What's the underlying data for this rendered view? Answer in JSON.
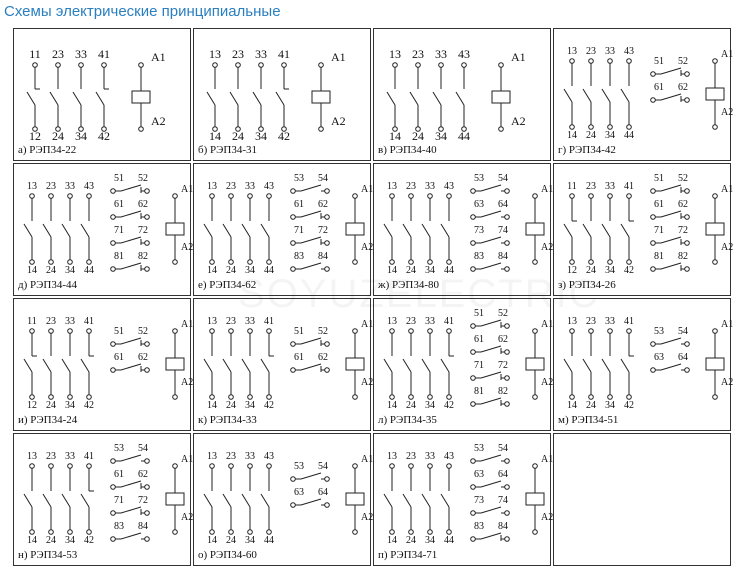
{
  "title": "Схемы электрические принципиальные",
  "watermark": "SOYUZELECTRIC",
  "colors": {
    "title": "#2a7fc0",
    "line": "#222222",
    "border": "#333333"
  },
  "coil": {
    "top": "A1",
    "bottom": "A2"
  },
  "cells": [
    {
      "caption": "а) РЭП34-22",
      "main": [
        [
          "11",
          "12",
          "nc"
        ],
        [
          "23",
          "24",
          "no"
        ],
        [
          "33",
          "34",
          "no"
        ],
        [
          "41",
          "42",
          "nc"
        ]
      ],
      "aux": []
    },
    {
      "caption": "б) РЭП34-31",
      "main": [
        [
          "13",
          "14",
          "no"
        ],
        [
          "23",
          "24",
          "no"
        ],
        [
          "33",
          "34",
          "no"
        ],
        [
          "41",
          "42",
          "nc"
        ]
      ],
      "aux": []
    },
    {
      "caption": "в) РЭП34-40",
      "main": [
        [
          "13",
          "14",
          "no"
        ],
        [
          "23",
          "24",
          "no"
        ],
        [
          "33",
          "34",
          "no"
        ],
        [
          "43",
          "44",
          "no"
        ]
      ],
      "aux": []
    },
    {
      "caption": "г) РЭП34-42",
      "main": [
        [
          "13",
          "14",
          "no"
        ],
        [
          "23",
          "24",
          "no"
        ],
        [
          "33",
          "34",
          "no"
        ],
        [
          "43",
          "44",
          "no"
        ]
      ],
      "aux": [
        [
          "51",
          "52",
          "nc"
        ],
        [
          "61",
          "62",
          "nc"
        ]
      ]
    },
    {
      "caption": "д) РЭП34-44",
      "main": [
        [
          "13",
          "14",
          "no"
        ],
        [
          "23",
          "24",
          "no"
        ],
        [
          "33",
          "34",
          "no"
        ],
        [
          "43",
          "44",
          "no"
        ]
      ],
      "aux": [
        [
          "51",
          "52",
          "nc"
        ],
        [
          "61",
          "62",
          "nc"
        ],
        [
          "71",
          "72",
          "nc"
        ],
        [
          "81",
          "82",
          "nc"
        ]
      ]
    },
    {
      "caption": "е) РЭП34-62",
      "main": [
        [
          "13",
          "14",
          "no"
        ],
        [
          "23",
          "24",
          "no"
        ],
        [
          "33",
          "34",
          "no"
        ],
        [
          "43",
          "44",
          "no"
        ]
      ],
      "aux": [
        [
          "53",
          "54",
          "no"
        ],
        [
          "61",
          "62",
          "nc"
        ],
        [
          "71",
          "72",
          "nc"
        ],
        [
          "83",
          "84",
          "no"
        ]
      ]
    },
    {
      "caption": "ж) РЭП34-80",
      "main": [
        [
          "13",
          "14",
          "no"
        ],
        [
          "23",
          "24",
          "no"
        ],
        [
          "33",
          "34",
          "no"
        ],
        [
          "43",
          "44",
          "no"
        ]
      ],
      "aux": [
        [
          "53",
          "54",
          "no"
        ],
        [
          "63",
          "64",
          "no"
        ],
        [
          "73",
          "74",
          "no"
        ],
        [
          "83",
          "84",
          "no"
        ]
      ]
    },
    {
      "caption": "з) РЭП34-26",
      "main": [
        [
          "11",
          "12",
          "nc"
        ],
        [
          "23",
          "24",
          "no"
        ],
        [
          "33",
          "34",
          "no"
        ],
        [
          "41",
          "42",
          "nc"
        ]
      ],
      "aux": [
        [
          "51",
          "52",
          "nc"
        ],
        [
          "61",
          "62",
          "nc"
        ],
        [
          "71",
          "72",
          "nc"
        ],
        [
          "81",
          "82",
          "nc"
        ]
      ]
    },
    {
      "caption": "и) РЭП34-24",
      "main": [
        [
          "11",
          "12",
          "nc"
        ],
        [
          "23",
          "24",
          "no"
        ],
        [
          "33",
          "34",
          "no"
        ],
        [
          "41",
          "42",
          "nc"
        ]
      ],
      "aux": [
        [
          "51",
          "52",
          "nc"
        ],
        [
          "61",
          "62",
          "nc"
        ]
      ]
    },
    {
      "caption": "к) РЭП34-33",
      "main": [
        [
          "13",
          "14",
          "no"
        ],
        [
          "23",
          "24",
          "no"
        ],
        [
          "33",
          "34",
          "no"
        ],
        [
          "41",
          "42",
          "nc"
        ]
      ],
      "aux": [
        [
          "51",
          "52",
          "nc"
        ],
        [
          "61",
          "62",
          "nc"
        ]
      ]
    },
    {
      "caption": "л) РЭП34-35",
      "main": [
        [
          "13",
          "14",
          "no"
        ],
        [
          "23",
          "24",
          "no"
        ],
        [
          "33",
          "34",
          "no"
        ],
        [
          "41",
          "42",
          "nc"
        ]
      ],
      "aux": [
        [
          "51",
          "52",
          "nc"
        ],
        [
          "61",
          "62",
          "nc"
        ],
        [
          "71",
          "72",
          "nc"
        ],
        [
          "81",
          "82",
          "nc"
        ]
      ]
    },
    {
      "caption": "м) РЭП34-51",
      "main": [
        [
          "13",
          "14",
          "no"
        ],
        [
          "23",
          "24",
          "no"
        ],
        [
          "33",
          "34",
          "no"
        ],
        [
          "41",
          "42",
          "nc"
        ]
      ],
      "aux": [
        [
          "53",
          "54",
          "no"
        ],
        [
          "63",
          "64",
          "no"
        ]
      ]
    },
    {
      "caption": "н) РЭП34-53",
      "main": [
        [
          "13",
          "14",
          "no"
        ],
        [
          "23",
          "24",
          "no"
        ],
        [
          "33",
          "34",
          "no"
        ],
        [
          "41",
          "42",
          "nc"
        ]
      ],
      "aux": [
        [
          "53",
          "54",
          "no"
        ],
        [
          "61",
          "62",
          "nc"
        ],
        [
          "71",
          "72",
          "nc"
        ],
        [
          "83",
          "84",
          "no"
        ]
      ]
    },
    {
      "caption": "о) РЭП34-60",
      "main": [
        [
          "13",
          "14",
          "no"
        ],
        [
          "23",
          "24",
          "no"
        ],
        [
          "33",
          "34",
          "no"
        ],
        [
          "43",
          "44",
          "no"
        ]
      ],
      "aux": [
        [
          "53",
          "54",
          "no"
        ],
        [
          "63",
          "64",
          "no"
        ]
      ]
    },
    {
      "caption": "п) РЭП34-71",
      "main": [
        [
          "13",
          "14",
          "no"
        ],
        [
          "23",
          "24",
          "no"
        ],
        [
          "33",
          "34",
          "no"
        ],
        [
          "43",
          "44",
          "no"
        ]
      ],
      "aux": [
        [
          "53",
          "54",
          "no"
        ],
        [
          "63",
          "64",
          "no"
        ],
        [
          "73",
          "74",
          "no"
        ],
        [
          "83",
          "84",
          "nc"
        ]
      ]
    },
    {
      "caption": "",
      "main": [],
      "aux": []
    }
  ]
}
